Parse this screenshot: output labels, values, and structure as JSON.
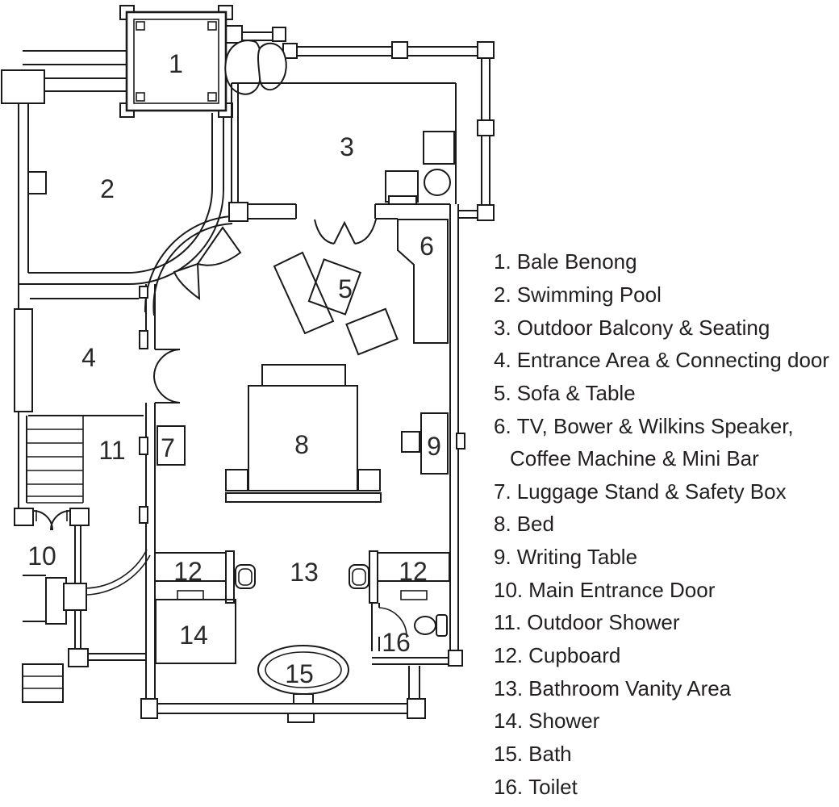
{
  "title": "Villa room floor plan with numbered legend",
  "colors": {
    "line": "#1a1a1a",
    "text": "#231f20",
    "background": "#ffffff"
  },
  "plan": {
    "room_numbers": {
      "n1": "1",
      "n2": "2",
      "n3": "3",
      "n4": "4",
      "n5": "5",
      "n6": "6",
      "n7": "7",
      "n8": "8",
      "n9": "9",
      "n10": "10",
      "n11": "11",
      "n12_left": "12",
      "n12_right": "12",
      "n13": "13",
      "n14": "14",
      "n15": "15",
      "n16": "16"
    }
  },
  "legend": {
    "items": [
      {
        "num": "1.",
        "text": "Bale Benong"
      },
      {
        "num": "2.",
        "text": "Swimming Pool"
      },
      {
        "num": "3.",
        "text": "Outdoor Balcony & Seating"
      },
      {
        "num": "4.",
        "text": "Entrance Area & Connecting door"
      },
      {
        "num": "5.",
        "text": "Sofa & Table"
      },
      {
        "num": "6.",
        "text": "TV, Bower & Wilkins Speaker,",
        "text2": "Coffee Machine & Mini Bar"
      },
      {
        "num": "7.",
        "text": "Luggage Stand & Safety Box"
      },
      {
        "num": "8.",
        "text": "Bed"
      },
      {
        "num": "9.",
        "text": "Writing Table"
      },
      {
        "num": "10.",
        "text": "Main Entrance Door"
      },
      {
        "num": "11.",
        "text": "Outdoor Shower"
      },
      {
        "num": "12.",
        "text": "Cupboard"
      },
      {
        "num": "13.",
        "text": "Bathroom Vanity Area"
      },
      {
        "num": "14.",
        "text": "Shower"
      },
      {
        "num": "15.",
        "text": "Bath"
      },
      {
        "num": "16.",
        "text": "Toilet"
      }
    ]
  }
}
